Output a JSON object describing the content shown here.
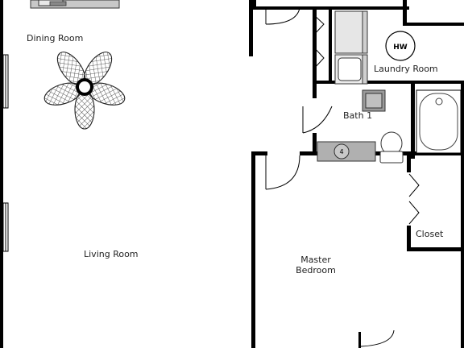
{
  "rooms": {
    "dining": "Dining Room",
    "living": "Living Room",
    "laundry": "Laundry Room",
    "bath": "Bath 1",
    "closet": "Closet",
    "master_line1": "Master",
    "master_line2": "Bedroom"
  },
  "fixtures": {
    "water_heater": "HW",
    "sink_number": "4"
  },
  "colors": {
    "wall": "#000000",
    "fixture_fill": "#c8c8c8",
    "fan_hatch": "#333333"
  }
}
